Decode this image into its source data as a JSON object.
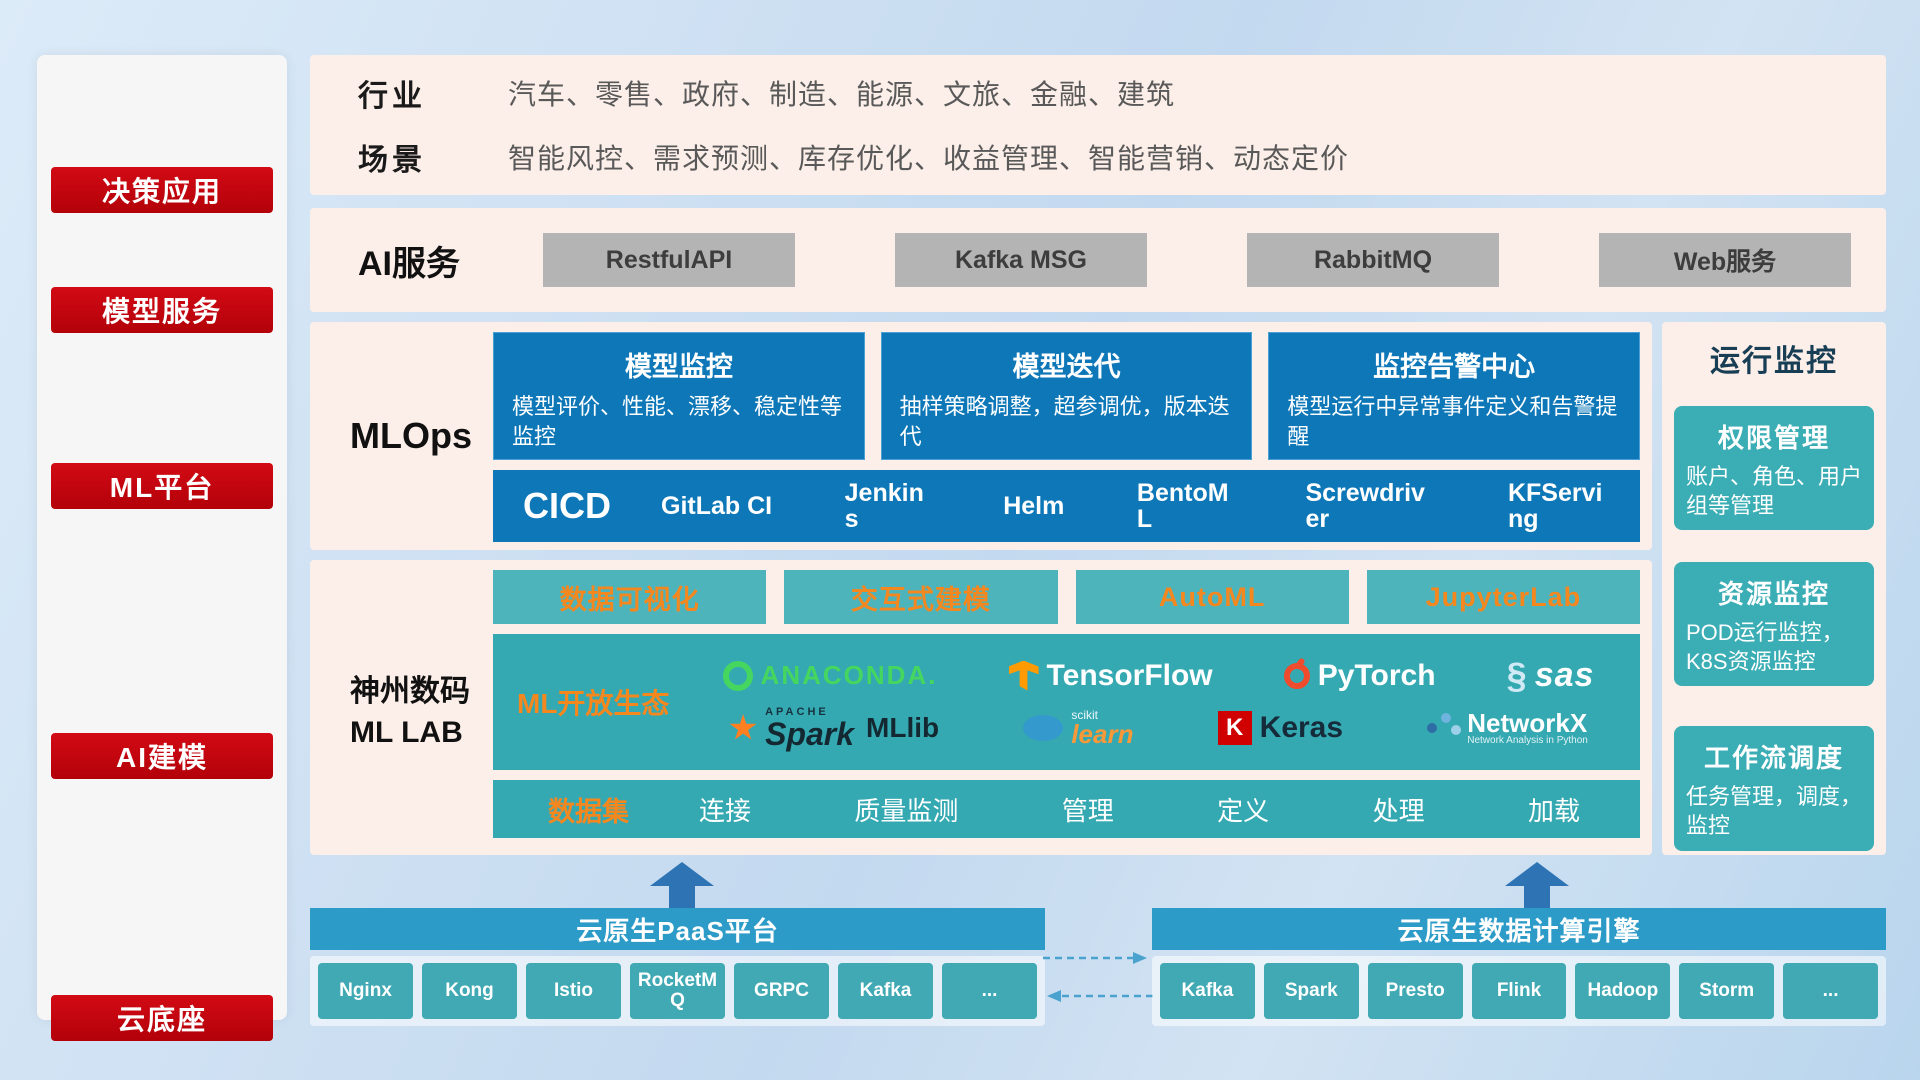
{
  "colors": {
    "red": "#c2030f",
    "pink": "#fceee8",
    "blue": "#0d77b8",
    "teal": "#35a9b2",
    "teal_light": "#4db4bc",
    "orange": "#f5871f",
    "gray_btn": "#b4b4b4",
    "bar_blue": "#2d9bc8",
    "arrow_blue": "#2e74b5"
  },
  "sidebar": {
    "items": [
      "决策应用",
      "模型服务",
      "ML平台",
      "AI建模",
      "云底座"
    ]
  },
  "industry": {
    "row1_label": "行业",
    "row1_value": "汽车、零售、政府、制造、能源、文旅、金融、建筑",
    "row2_label": "场景",
    "row2_value": "智能风控、需求预测、库存优化、收益管理、智能营销、动态定价"
  },
  "ai_service": {
    "label": "AI服务",
    "buttons": [
      "RestfulAPI",
      "Kafka MSG",
      "RabbitMQ",
      "Web服务"
    ]
  },
  "mlops": {
    "label": "MLOps",
    "cards": [
      {
        "title": "模型监控",
        "desc": "模型评价、性能、漂移、稳定性等监控"
      },
      {
        "title": "模型迭代",
        "desc": "抽样策略调整，超参调优，版本迭代"
      },
      {
        "title": "监控告警中心",
        "desc": "模型运行中异常事件定义和告警提醒"
      }
    ],
    "cicd_title": "CICD",
    "cicd_items": [
      "GitLab CI",
      "Jenkins",
      "Helm",
      "BentoML",
      "Screwdriver",
      "KFServing"
    ]
  },
  "mllab": {
    "label_line1": "神州数码",
    "label_line2": "ML LAB",
    "tools": [
      "数据可视化",
      "交互式建模",
      "AutoML",
      "JupyterLab"
    ],
    "eco_title": "ML开放生态",
    "logos": {
      "anaconda": "ANACONDA.",
      "tensorflow": "TensorFlow",
      "pytorch": "PyTorch",
      "sas": "sas",
      "spark_sub": "APACHE",
      "spark": "Spark",
      "mllib": "MLlib",
      "scikit_sub": "scikit",
      "scikit": "learn",
      "keras_letter": "K",
      "keras": "Keras",
      "networkx": "NetworkX",
      "networkx_sub": "Network Analysis in Python"
    },
    "dataset_title": "数据集",
    "dataset_items": [
      "连接",
      "质量监测",
      "管理",
      "定义",
      "处理",
      "加载"
    ]
  },
  "monitor": {
    "title": "运行监控",
    "cards": [
      {
        "title": "权限管理",
        "desc": "账户、角色、用户组等管理"
      },
      {
        "title": "资源监控",
        "desc": "POD运行监控，K8S资源监控"
      },
      {
        "title": "工作流调度",
        "desc": "任务管理，调度，监控"
      }
    ]
  },
  "paas": {
    "title": "云原生PaaS平台",
    "buttons": [
      "Nginx",
      "Kong",
      "Istio",
      "RocketMQ",
      "GRPC",
      "Kafka",
      "..."
    ]
  },
  "engine": {
    "title": "云原生数据计算引擎",
    "buttons": [
      "Kafka",
      "Spark",
      "Presto",
      "Flink",
      "Hadoop",
      "Storm",
      "..."
    ]
  }
}
